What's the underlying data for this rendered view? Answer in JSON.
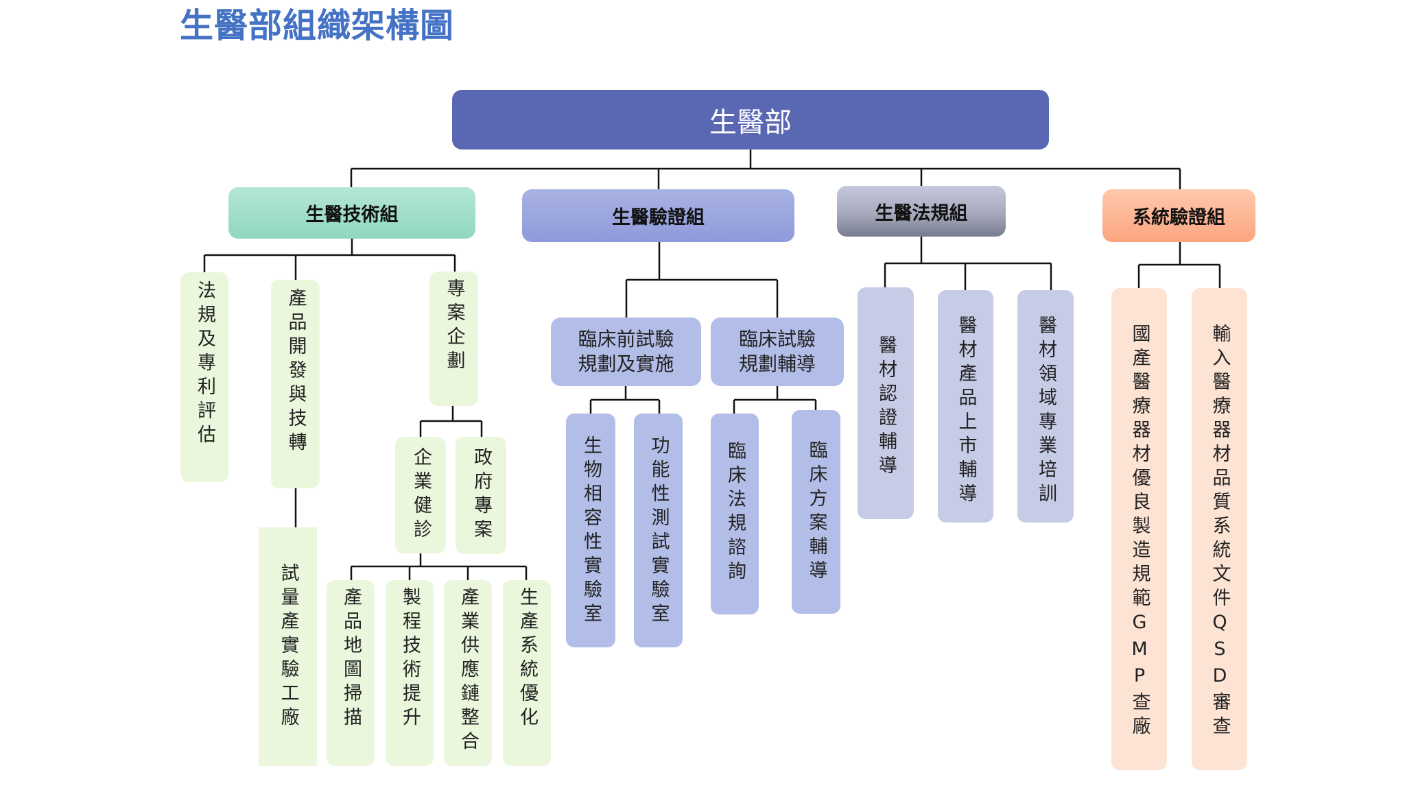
{
  "title": "生醫部組織架構圖",
  "root": {
    "label": "生醫部",
    "color": "#5A67B3"
  },
  "groups": {
    "tech": {
      "label": "生醫技術組",
      "color": "#9FDFCA",
      "children": {
        "regulation": "法規及專利評估",
        "product_dev": "產品開發與技轉",
        "pilot_plant": "試量產實驗工廠",
        "project_planning": "專案企劃",
        "enterprise_diagnosis": "企業健診",
        "gov_projects": "政府專案",
        "product_map": "產品地圖掃描",
        "process_tech": "製程技術提升",
        "supply_chain": "產業供應鏈整合",
        "production_opt": "生產系統優化"
      }
    },
    "validation": {
      "label": "生醫驗證組",
      "color": "#98A3DE",
      "sub": {
        "preclinical": {
          "line1": "臨床前試驗",
          "line2": "規劃及實施"
        },
        "clinical": {
          "line1": "臨床試驗",
          "line2": "規劃輔導"
        }
      },
      "children": {
        "biocompat_lab": "生物相容性實驗室",
        "functional_lab": "功能性測試實驗室",
        "clinical_reg": "臨床法規諮詢",
        "clinical_protocol": "臨床方案輔導"
      }
    },
    "regulatory": {
      "label": "生醫法規組",
      "color": "#A7AABD",
      "children": {
        "certification": "醫材認證輔導",
        "market_launch": "醫材產品上市輔導",
        "training": "醫材領域專業培訓"
      }
    },
    "system": {
      "label": "系統驗證組",
      "color": "#FCB592",
      "children": {
        "gmp": "國產醫療器材優良製造規範GMP查廠",
        "qsd": "輸入醫療器材品質系統文件QSD審查"
      }
    }
  },
  "colors": {
    "title": "#4472C4",
    "leaf_green": "#EAF7DC",
    "leaf_blue": "#B3BEE8",
    "leaf_lavender": "#C7CCE6",
    "leaf_peach": "#FDE3D3",
    "connector": "#111111"
  }
}
